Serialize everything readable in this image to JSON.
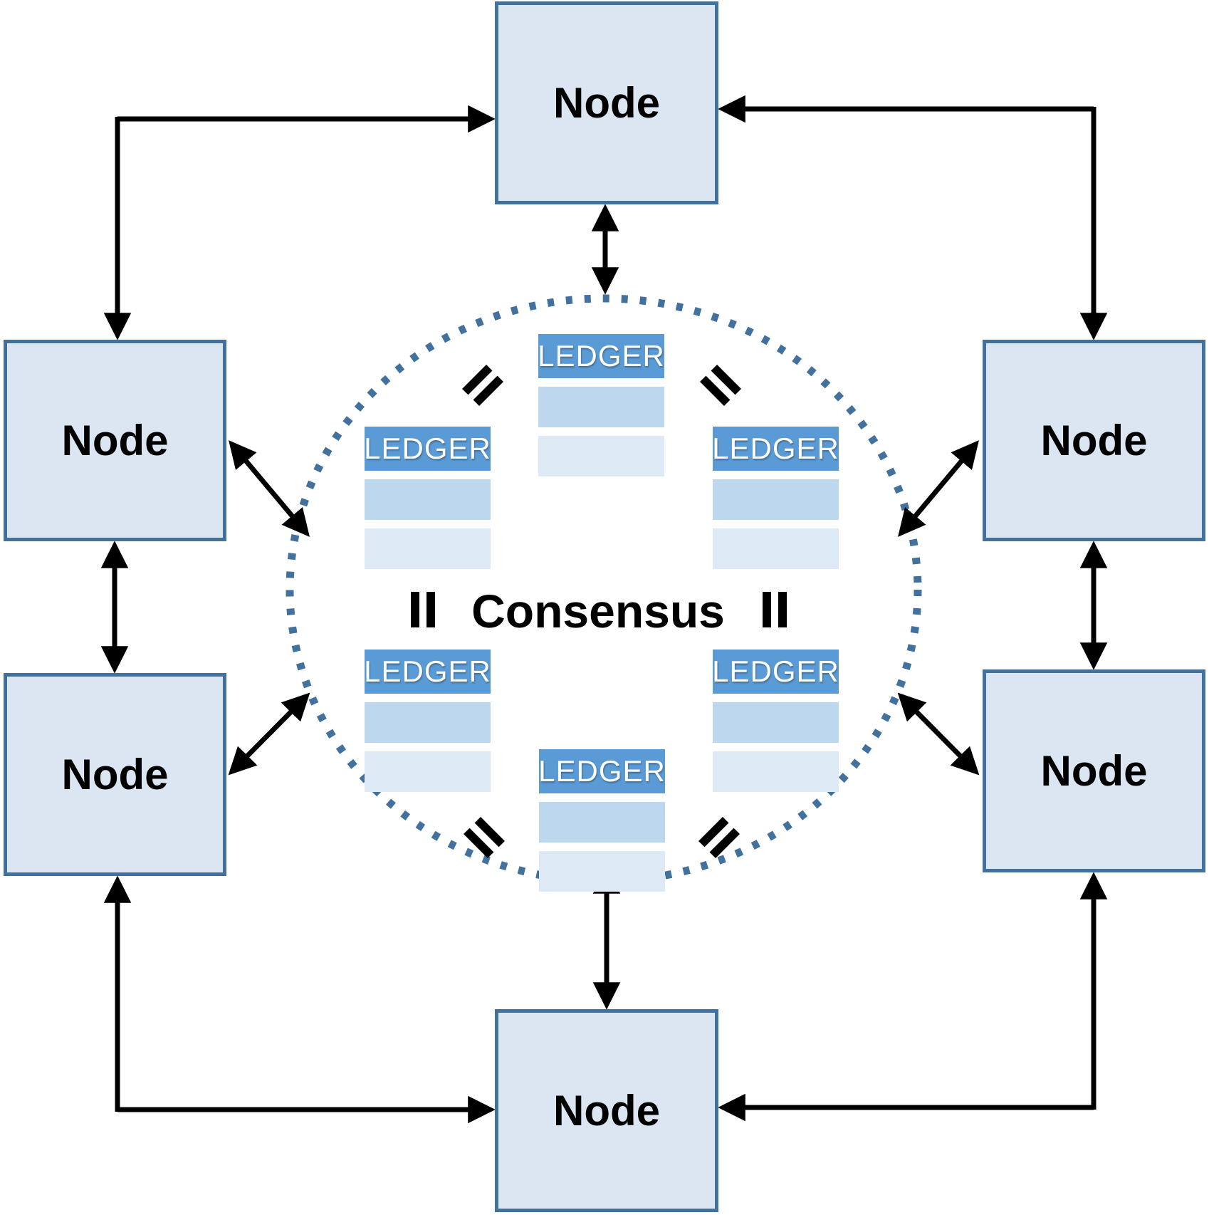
{
  "diagram": {
    "kind": "peer-to-peer-consensus-network",
    "node_count": 6,
    "ledger_count": 6
  },
  "nodes": [
    {
      "id": "node-top",
      "label": "Node"
    },
    {
      "id": "node-left-top",
      "label": "Node"
    },
    {
      "id": "node-right-top",
      "label": "Node"
    },
    {
      "id": "node-left-bottom",
      "label": "Node"
    },
    {
      "id": "node-right-bottom",
      "label": "Node"
    },
    {
      "id": "node-bottom",
      "label": "Node"
    }
  ],
  "ledgers": [
    {
      "id": "ledger-top",
      "label": "LEDGER",
      "rows": 2
    },
    {
      "id": "ledger-upper-left",
      "label": "LEDGER",
      "rows": 2
    },
    {
      "id": "ledger-upper-right",
      "label": "LEDGER",
      "rows": 2
    },
    {
      "id": "ledger-lower-left",
      "label": "LEDGER",
      "rows": 2
    },
    {
      "id": "ledger-lower-right",
      "label": "LEDGER",
      "rows": 2
    },
    {
      "id": "ledger-bottom",
      "label": "LEDGER",
      "rows": 2
    }
  ],
  "consensus": {
    "label": "Consensus"
  },
  "colors": {
    "node_fill": "#dce6f2",
    "node_border": "#41719c",
    "ledger_header": "#5b9bd5",
    "ledger_row_medium": "#bdd7ee",
    "ledger_row_light": "#dee9f6",
    "dotted_circle": "#41719c",
    "arrow": "#000000"
  }
}
